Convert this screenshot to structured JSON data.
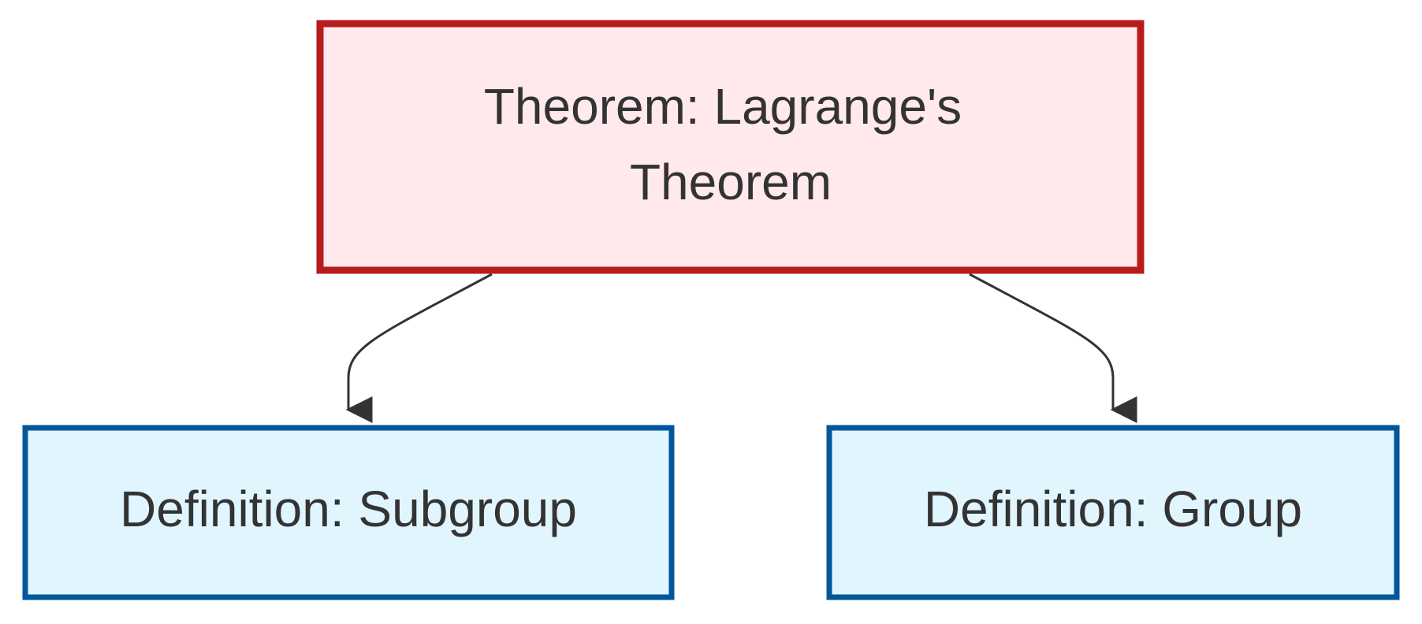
{
  "diagram": {
    "nodes": [
      {
        "id": "lagrange-theorem",
        "kind": "theorem",
        "lines": [
          "Theorem: Lagrange's",
          "Theorem"
        ],
        "fill": "#ffe9ec",
        "stroke": "#b71c1c"
      },
      {
        "id": "subgroup-definition",
        "kind": "definition",
        "lines": [
          "Definition: Subgroup"
        ],
        "fill": "#e1f5fe",
        "stroke": "#01579b"
      },
      {
        "id": "group-definition",
        "kind": "definition",
        "lines": [
          "Definition: Group"
        ],
        "fill": "#e1f5fe",
        "stroke": "#01579b"
      }
    ],
    "edges": [
      {
        "from": "lagrange-theorem",
        "to": "subgroup-definition"
      },
      {
        "from": "lagrange-theorem",
        "to": "group-definition"
      }
    ],
    "edge_color": "#333333",
    "text_color": "#333333"
  }
}
